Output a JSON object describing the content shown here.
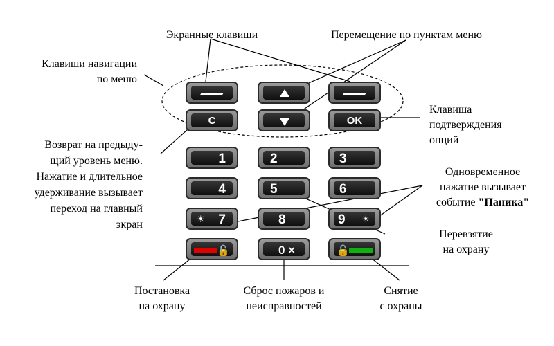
{
  "labels": {
    "screen_keys": "Экранные клавиши",
    "menu_move": "Перемещение по пунктам меню",
    "nav_keys_1": "Клавиши навигации",
    "nav_keys_2": "по меню",
    "confirm_1": "Клавиша",
    "confirm_2": "подтверждения",
    "confirm_3": "опций",
    "back_1": "Возврат на предыду-",
    "back_2": "щий уровень меню.",
    "back_3": "Нажатие и длительное",
    "back_4": "удерживание вызывает",
    "back_5": "переход на главный",
    "back_6": "экран",
    "panic_1": "Одновременное",
    "panic_2": "нажатие вызывает",
    "panic_3a": "событие ",
    "panic_3b": "\"Паника\"",
    "rearm_1": "Перевзятие",
    "rearm_2": "на охрану",
    "arm_1": "Постановка",
    "arm_2": "на охрану",
    "reset_1": "Сброс пожаров и",
    "reset_2": "неисправностей",
    "disarm_1": "Снятие",
    "disarm_2": "с охраны"
  },
  "keys": {
    "c": "C",
    "ok": "OK",
    "d1": "1",
    "d2": "2",
    "d3": "3",
    "d4": "4",
    "d5": "5",
    "d6": "6",
    "d7": "7",
    "d8": "8",
    "d9": "9",
    "d0": "0 ×"
  },
  "icons": {
    "sun": "☀",
    "lock": "🔓"
  },
  "colors": {
    "arm_bar": "#e00000",
    "disarm_bar": "#10b010"
  }
}
